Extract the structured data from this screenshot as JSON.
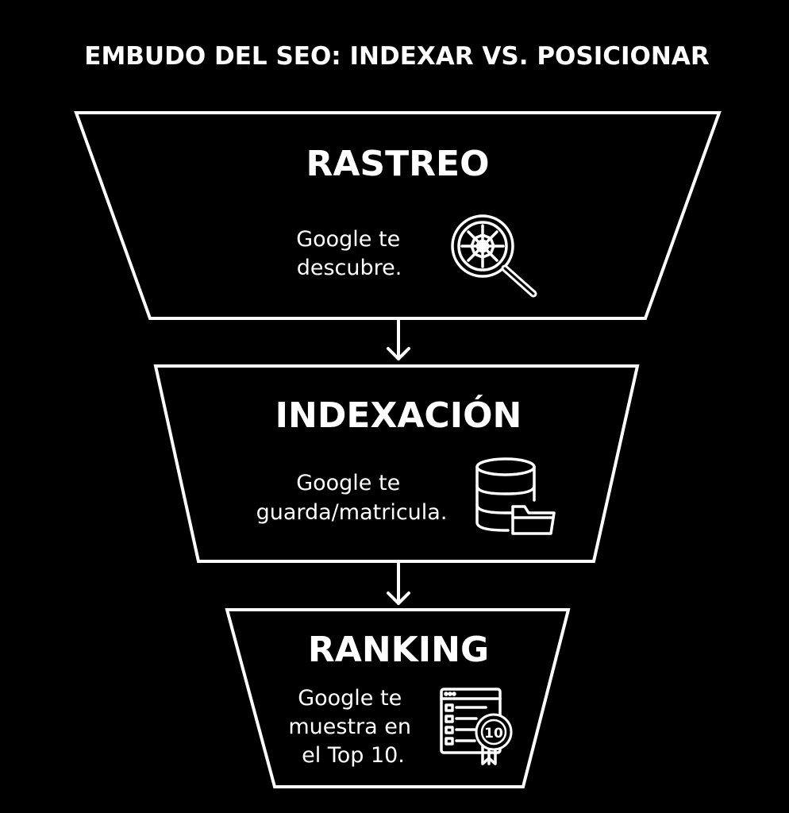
{
  "title": "EMBUDO DEL SEO: INDEXAR VS. POSICIONAR",
  "stages": [
    {
      "title": "RASTREO",
      "desc_lines": [
        "Google te",
        "descubre."
      ],
      "icon": "magnifier-web-icon"
    },
    {
      "title": "INDEXACIÓN",
      "desc_lines": [
        "Google te",
        "guarda/matricula."
      ],
      "icon": "database-folder-icon"
    },
    {
      "title": "RANKING",
      "desc_lines": [
        "Google te",
        "muestra en",
        "el Top 10."
      ],
      "icon": "ranking-badge-icon",
      "badge_text": "10"
    }
  ],
  "colors": {
    "background": "#000000",
    "foreground": "#ffffff"
  }
}
